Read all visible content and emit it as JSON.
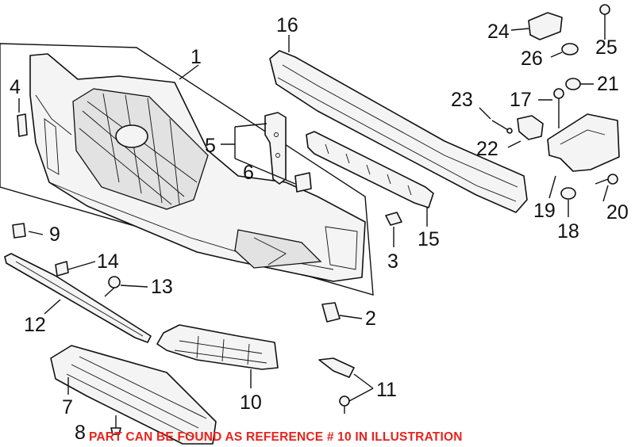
{
  "callouts": {
    "c1": "1",
    "c2": "2",
    "c3": "3",
    "c4": "4",
    "c5": "5",
    "c6": "6",
    "c7": "7",
    "c8": "8",
    "c9": "9",
    "c10": "10",
    "c11": "11",
    "c12": "12",
    "c13": "13",
    "c14": "14",
    "c15": "15",
    "c16": "16",
    "c17": "17",
    "c18": "18",
    "c19": "19",
    "c20": "20",
    "c21": "21",
    "c22": "22",
    "c23": "23",
    "c24": "24",
    "c25": "25",
    "c26": "26"
  },
  "notice": {
    "text": "PART CAN BE FOUND AS REFERENCE # 10 IN ILLUSTRATION",
    "color": "#e8231d"
  },
  "colors": {
    "line": "#111111",
    "background": "#ffffff"
  }
}
